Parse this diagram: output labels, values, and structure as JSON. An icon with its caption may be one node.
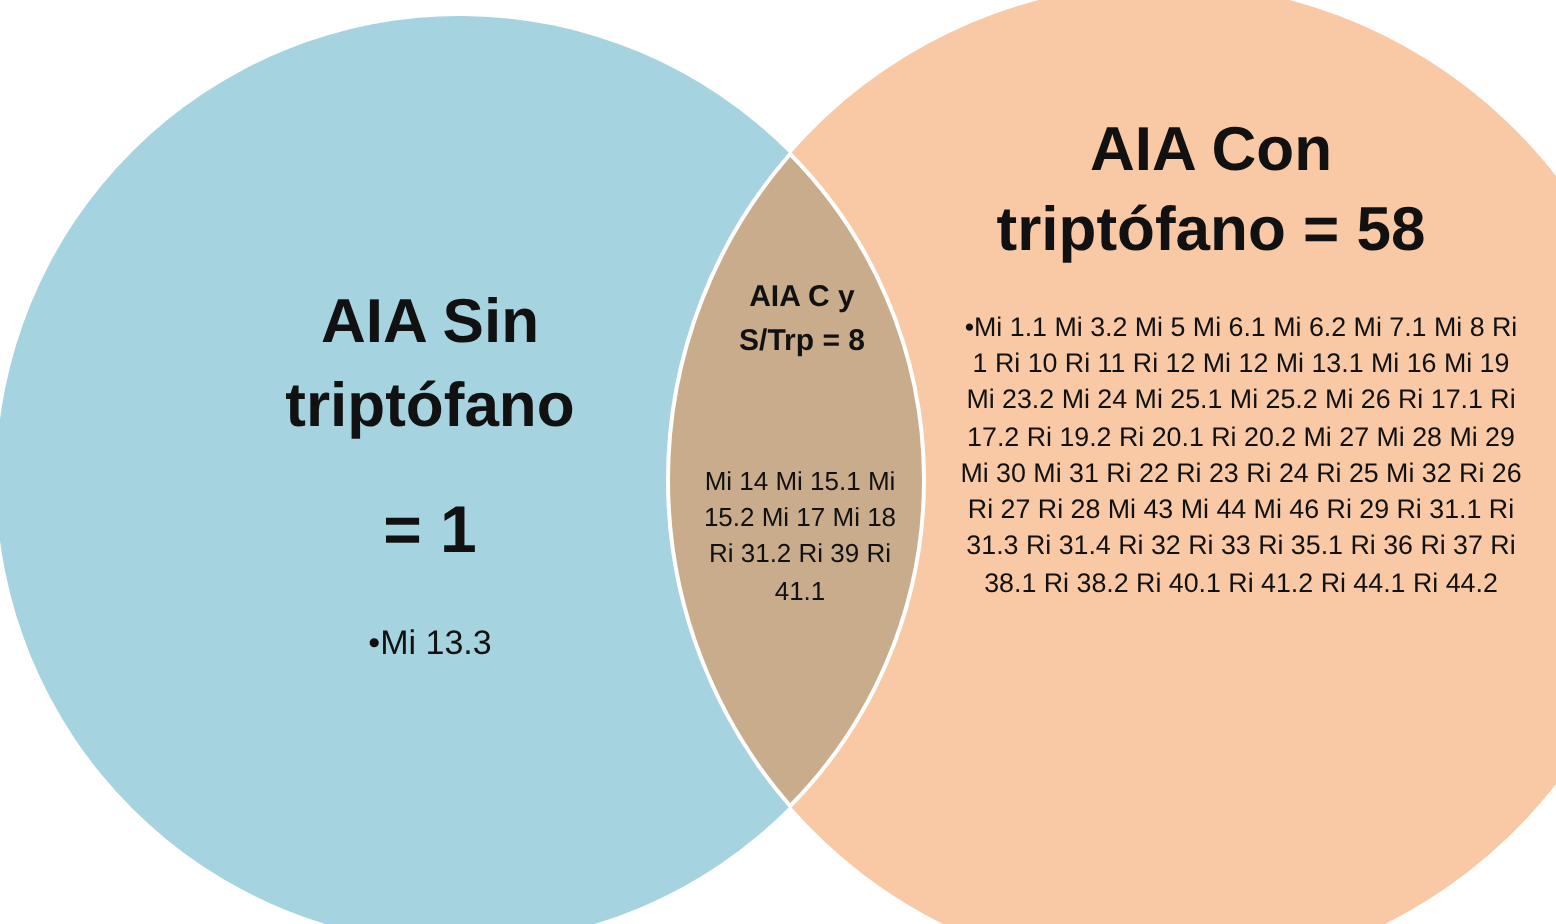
{
  "diagram": {
    "nodes": [
      {
        "text": [
          "AIA Sin triptófano",
          "= 1",
          "•Mi 13.3"
        ]
      },
      {
        "text": [
          "AIA Con triptófano = 58",
          "•Mi 1.1 Mi 3.2 Mi 5 Mi 6.1 Mi 6.2 Mi 7.1 Mi 8 Ri 1 Ri 10 Ri 11 Ri 12 Mi 12 Mi 13.1 Mi 16 Mi 19 Mi 23.2 Mi 24 Mi 25.1 Mi 25.2 Mi 26 Ri 17.1 Ri 17.2 Ri 19.2 Ri 20.1 Ri 20.2 Mi 27 Mi 28 Mi 29 Mi 30 Mi 31 Ri 22 Ri 23 Ri 24 Ri 25 Mi 32 Ri 26 Ri 27 Ri 28 Mi 43 Mi 44 Mi 46 Ri 29 Ri 31.1 Ri 31.3 Ri 31.4 Ri 32 Ri 33 Ri 35.1 Ri 36 Ri 37 Ri 38.1 Ri 38.2 Ri 40.1 Ri 41.2 Ri 44.1 Ri 44.2"
        ]
      },
      {
        "text": [
          "AIA C y S/Trp = 8",
          "Mi 14 Mi 15.1 Mi 15.2 Mi 17 Mi 18 Ri 31.2 Ri 39 Ri 41.1"
        ]
      }
    ]
  }
}
